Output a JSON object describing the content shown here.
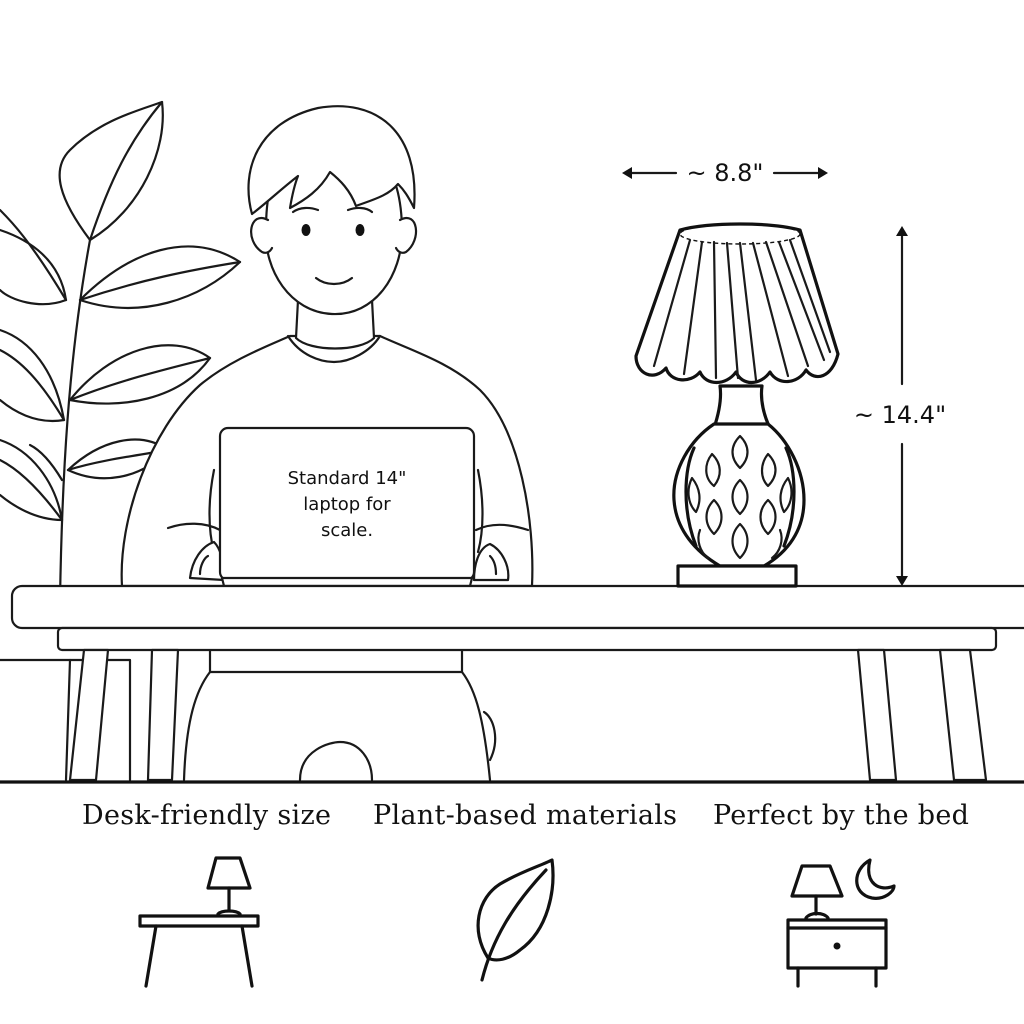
{
  "dimensions": {
    "width_label": "~ 8.8\"",
    "height_label": "~ 14.4\""
  },
  "laptop": {
    "line1": "Standard 14\"",
    "line2": "laptop for",
    "line3": "scale."
  },
  "features": [
    {
      "label": "Desk-friendly size",
      "icon": "desk-lamp-icon"
    },
    {
      "label": "Plant-based materials",
      "icon": "leaf-icon"
    },
    {
      "label": "Perfect by the bed",
      "icon": "nightstand-lamp-moon-icon"
    }
  ],
  "colors": {
    "ink": "#111111",
    "background": "#ffffff"
  }
}
